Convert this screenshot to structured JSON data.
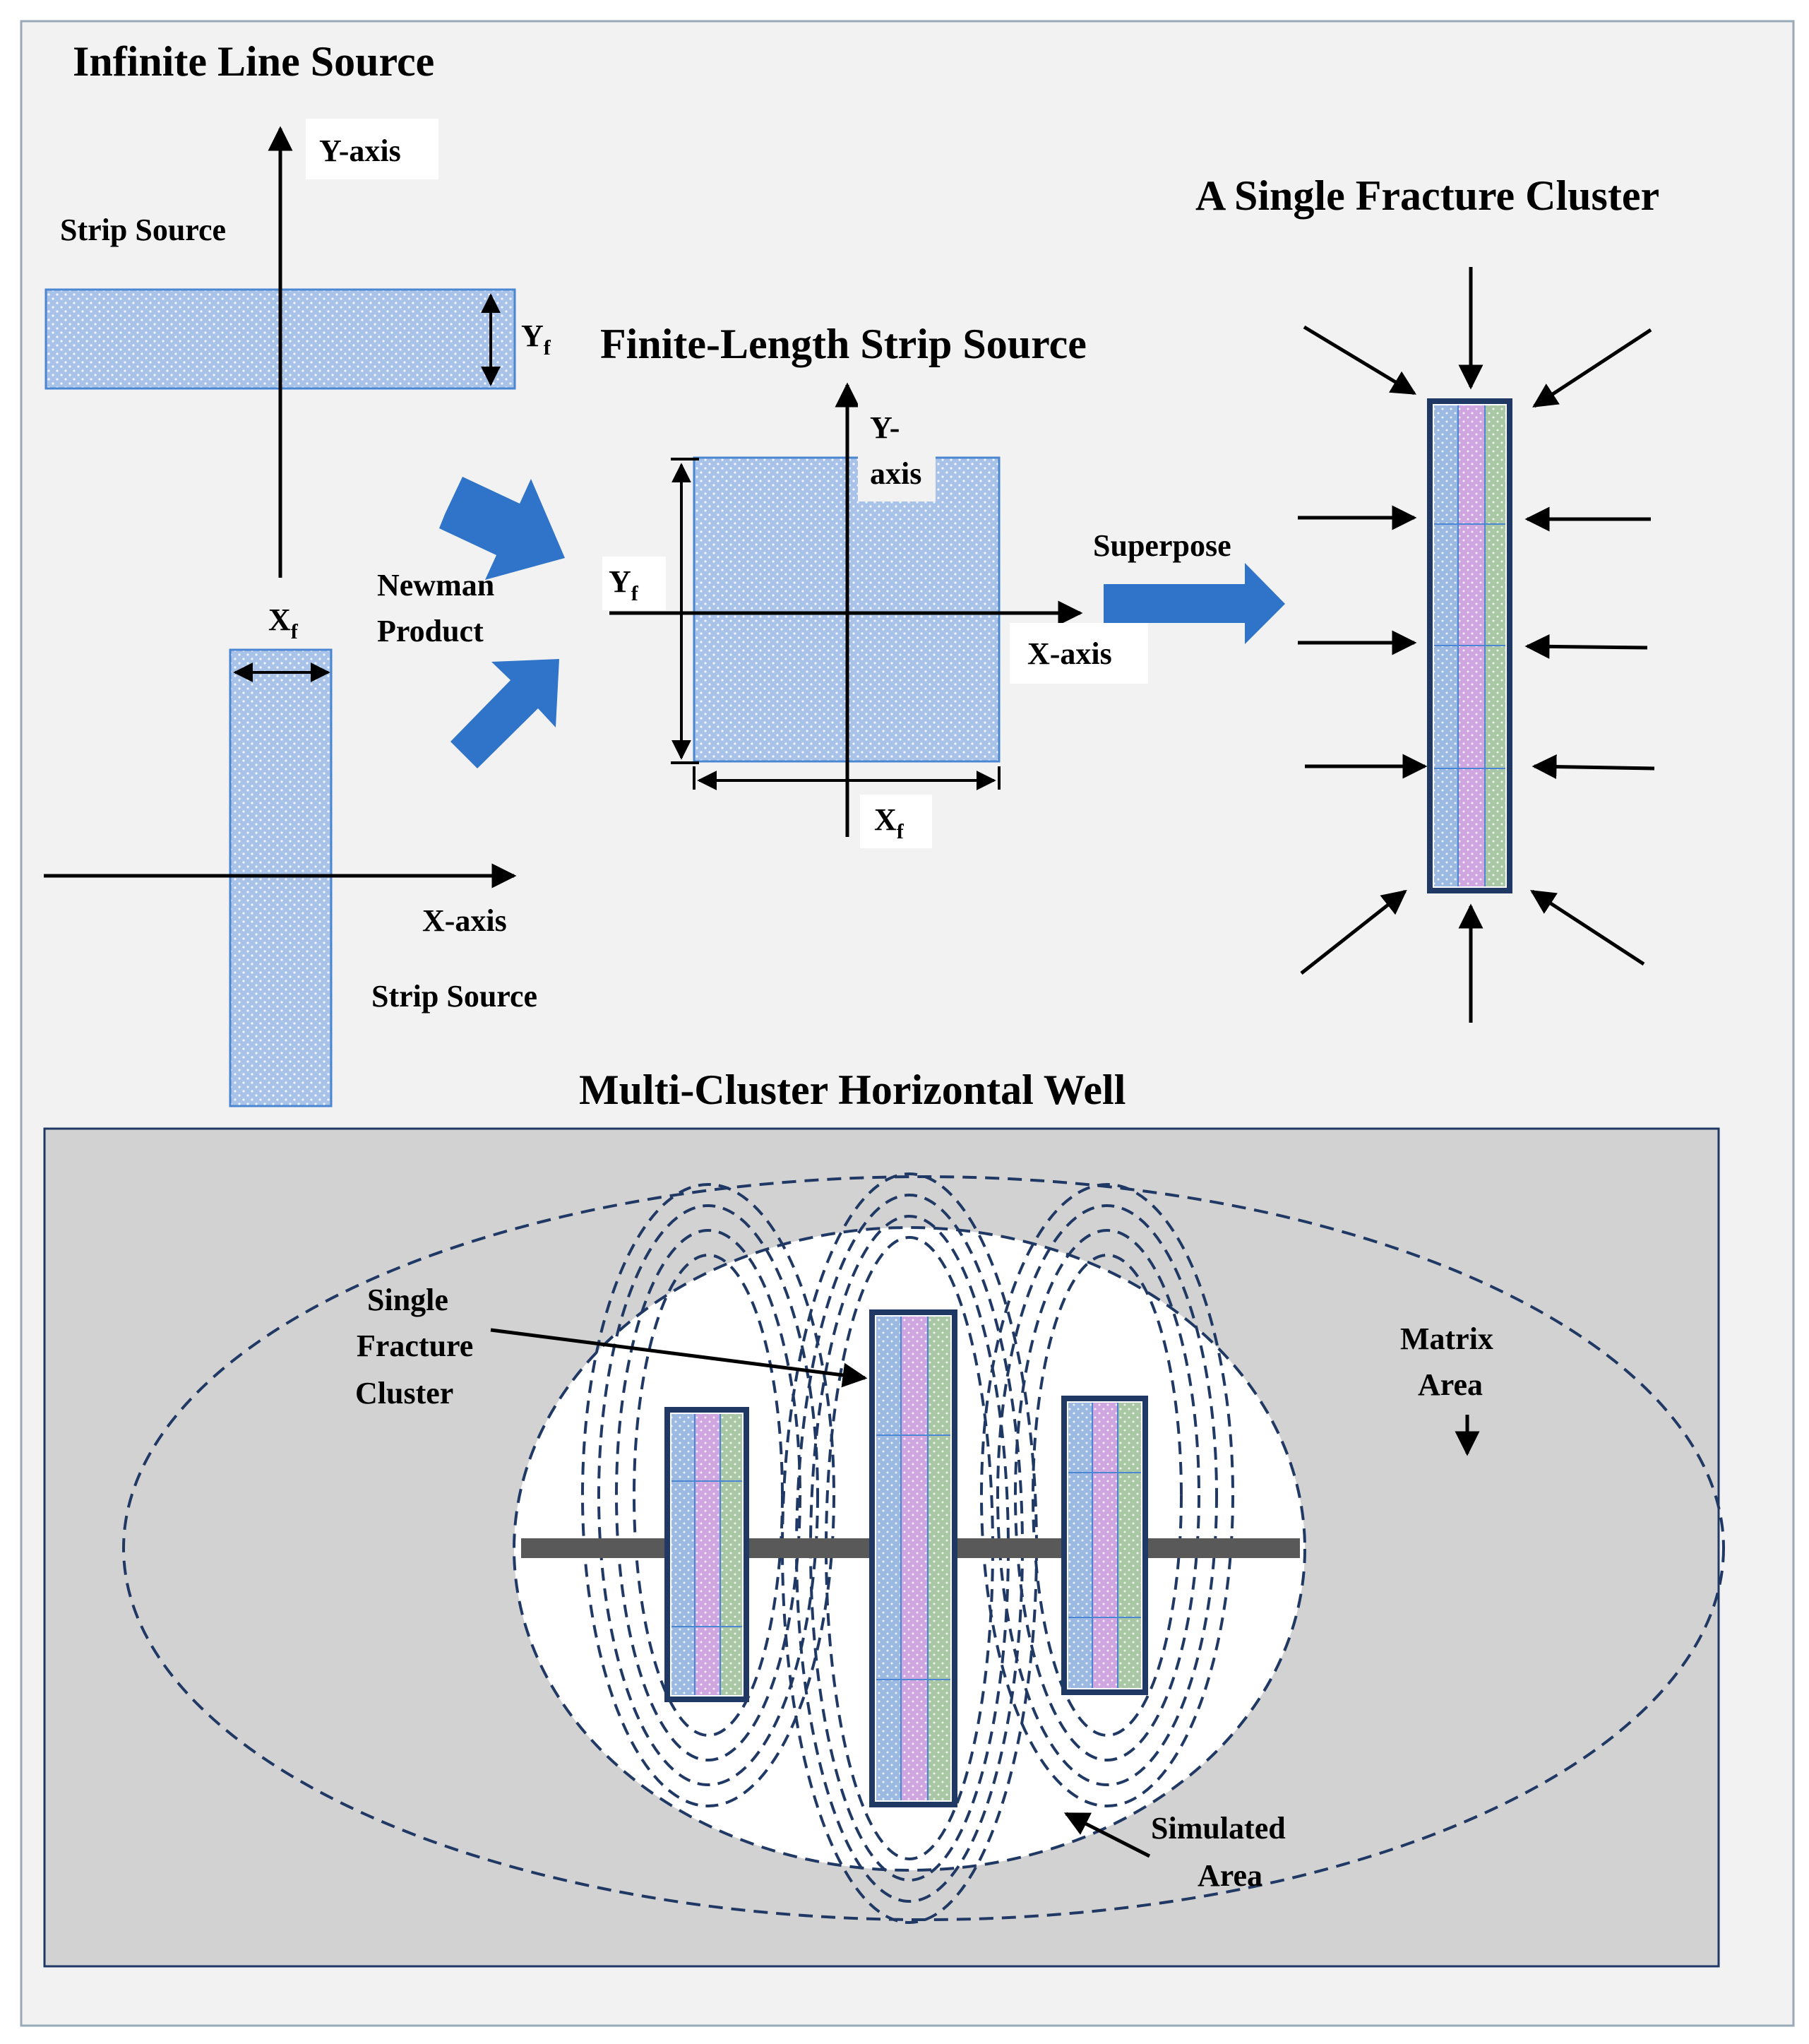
{
  "colors": {
    "frame_bg": "#f2f2f2",
    "strip_fill": "#a9c3e8",
    "strip_edge": "#4a86d1",
    "block_arrow": "#2f74c9",
    "cluster_border": "#1f3864",
    "cluster_blue": "#9cb9e2",
    "cluster_pink": "#cfa6df",
    "cluster_green": "#a9c7a4",
    "matrix_gray": "#d3d2d2",
    "wellbore": "#595959",
    "dash_navy": "#1f3864"
  },
  "titles": {
    "infinite_line_source": "Infinite Line Source",
    "finite_length_strip_source": "Finite-Length Strip Source",
    "single_fracture_cluster": "A Single Fracture Cluster",
    "multi_cluster_well": "Multi-Cluster Horizontal Well"
  },
  "labels": {
    "y_axis": "Y-axis",
    "x_axis": "X-axis",
    "y_axis_line1": "Y-",
    "y_axis_line2": "axis",
    "strip_source": "Strip Source",
    "yf_main": "Y",
    "xf_main": "X",
    "f_sub": "f",
    "newman_line1": "Newman",
    "newman_line2": "Product",
    "superpose": "Superpose",
    "sfc_line1": "Single",
    "sfc_line2": "Fracture",
    "sfc_line3": "Cluster",
    "matrix_line1": "Matrix",
    "matrix_line2": "Area",
    "simulated_line1": "Simulated",
    "simulated_line2": "Area"
  }
}
